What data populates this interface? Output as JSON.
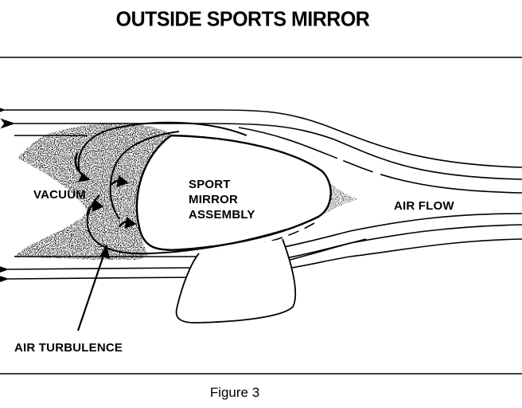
{
  "title": "OUTSIDE SPORTS MIRROR",
  "labels": {
    "vacuum": "VACUUM",
    "mirror_line1": "SPORT",
    "mirror_line2": "MIRROR",
    "mirror_line3": "ASSEMBLY",
    "air_flow": "AIR FLOW",
    "air_turbulence": "AIR TURBULENCE"
  },
  "caption": "Figure 3",
  "colors": {
    "ink": "#000000",
    "paper": "#ffffff"
  }
}
